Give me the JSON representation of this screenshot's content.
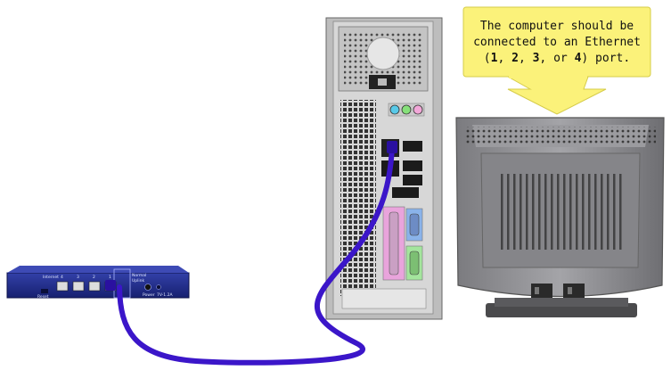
{
  "callout": {
    "line1": "The computer should be",
    "line2": "connected to an Ethernet",
    "line3_open": "(",
    "line3_n1": "1",
    "line3_sep1": ", ",
    "line3_n2": "2",
    "line3_sep2": ", ",
    "line3_n3": "3",
    "line3_sep3": ", or ",
    "line3_n4": "4",
    "line3_close": ") port."
  },
  "router": {
    "port_labels": [
      "4",
      "3",
      "2",
      "1"
    ],
    "left_label": "Internet",
    "bottom_left_label": "Reset",
    "right_labels": [
      "Normal",
      "Uplink"
    ],
    "power_label": "Power",
    "power_rating": "7V-1.2A"
  },
  "colors": {
    "router": "#1f2a8c",
    "cable": "#3b16c9",
    "callout_fill": "#fbf27a",
    "monitor": "#8e8e92",
    "tower": "#d2d2d2"
  }
}
